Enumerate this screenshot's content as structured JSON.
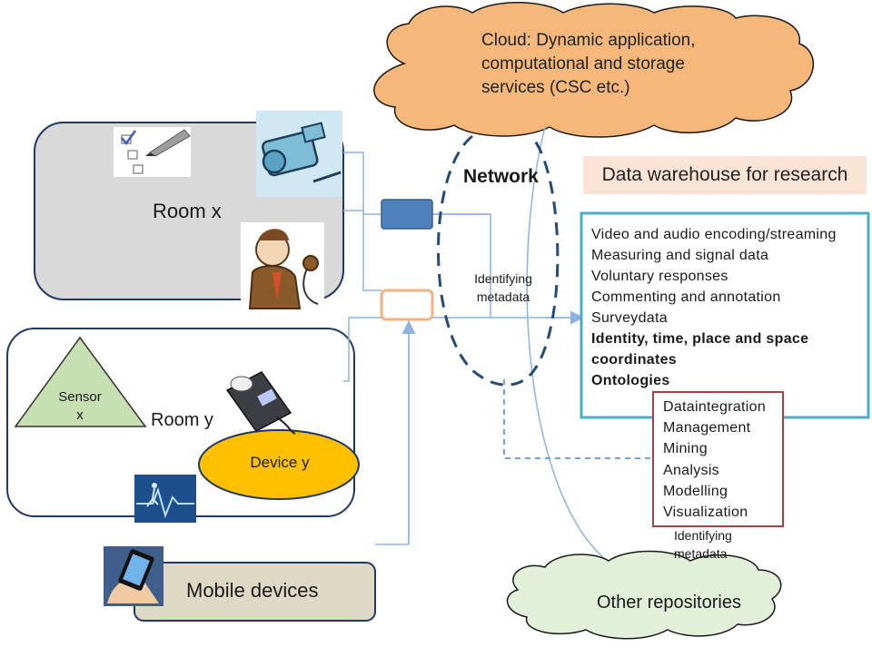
{
  "cloud": {
    "lines": [
      "Cloud: Dynamic application,",
      "computational and storage",
      "services (CSC etc.)"
    ]
  },
  "room_x": "Room x",
  "room_y": "Room y",
  "sensor": {
    "line1": "Sensor",
    "line2": "x"
  },
  "device_y": "Device y",
  "network": {
    "title": "Network",
    "identifying": [
      "Identifying",
      "metadata"
    ]
  },
  "data_warehouse": {
    "title": "Data warehouse for research",
    "items": [
      "Video and audio encoding/streaming",
      "Measuring and signal data",
      "Voluntary responses",
      "Commenting and annotation",
      "Surveydata"
    ],
    "bold_items": [
      "Identity, time, place and space",
      "coordinates",
      "Ontologies"
    ]
  },
  "processing": {
    "items": [
      "Dataintegration",
      "Management",
      "Mining",
      "Analysis",
      "Modelling",
      "Visualization"
    ]
  },
  "repository_identifying": [
    "Identifying",
    "metadata"
  ],
  "mobile_devices": "Mobile devices",
  "other_repositories": "Other repositories",
  "icons": [
    "checklist-icon",
    "pen-icon",
    "video-camera-icon",
    "person-with-microphone-icon",
    "light-meter-icon",
    "running-heartbeat-icon",
    "smartphone-in-hand-icon"
  ],
  "colors": {
    "cloud": "#f6b77a",
    "room_x_bg": "#d9d9d9",
    "room_border": "#1f3864",
    "sensor_fill": "#c6e0b4",
    "device_fill": "#ffc000",
    "network_arrow": "#8db3e2",
    "network_dashed": "#244a7a",
    "blue_box": "#4f81bd",
    "orange_box": "#f4b183",
    "warehouse_border": "#4bacc6",
    "processing_border": "#a9413f",
    "mobile_bg": "#ded9c4",
    "repo_cloud": "#e2efd9"
  }
}
